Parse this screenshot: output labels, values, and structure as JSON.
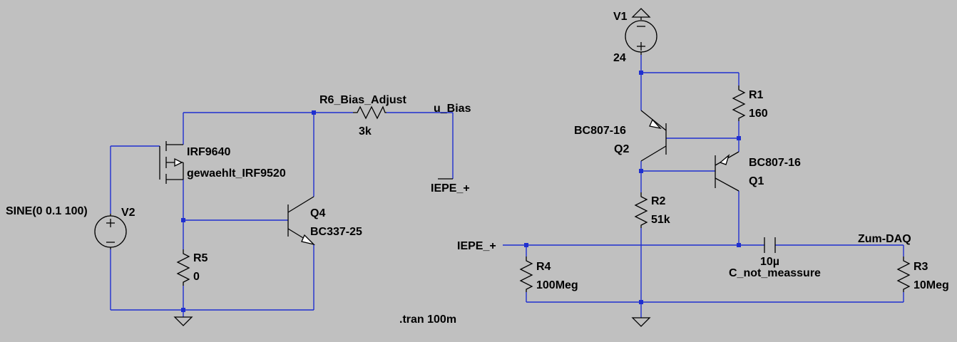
{
  "components": {
    "v1": {
      "ref": "V1",
      "value": "24"
    },
    "v2": {
      "ref": "V2",
      "value": "SINE(0 0.1 100)"
    },
    "r1": {
      "ref": "R1",
      "value": "160"
    },
    "r2": {
      "ref": "R2",
      "value": "51k"
    },
    "r3": {
      "ref": "R3",
      "value": "10Meg"
    },
    "r4": {
      "ref": "R4",
      "value": "100Meg"
    },
    "r5": {
      "ref": "R5",
      "value": "0"
    },
    "r6": {
      "ref": "R6_Bias_Adjust",
      "value": "3k"
    },
    "q1": {
      "ref": "Q1",
      "value": "BC807-16"
    },
    "q2": {
      "ref": "Q2",
      "value": "BC807-16"
    },
    "q4": {
      "ref": "Q4",
      "value": "BC337-25"
    },
    "m1": {
      "value": "IRF9640",
      "note": "gewaehlt_IRF9520"
    },
    "c1": {
      "ref": "C_not_meassure",
      "value": "10µ"
    }
  },
  "nets": {
    "u_bias": "u_Bias",
    "iepe_plus_1": "IEPE_+",
    "iepe_plus_2": "IEPE_+",
    "zum_daq": "Zum-DAQ"
  },
  "directive": ".tran 100m"
}
